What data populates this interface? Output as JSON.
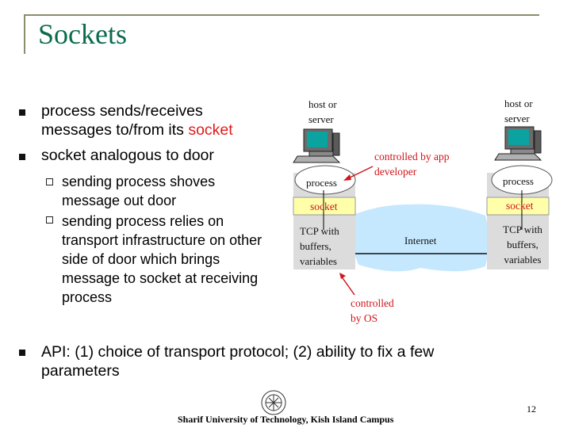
{
  "slide": {
    "title": "Sockets",
    "bullets": {
      "b1_pre": "process sends/receives messages to/from its ",
      "b1_red": "socket",
      "b2": "socket analogous to door",
      "sub1": "sending process shoves message out door",
      "sub2": "sending process relies on transport infrastructure on other side of door which brings message to socket at receiving process",
      "b3": "API: (1) choice of transport protocol; (2) ability to fix a few parameters"
    },
    "diagram": {
      "left_host_label": "host or server",
      "right_host_label": "host or server",
      "left_process": "process",
      "right_process": "process",
      "left_socket": "socket",
      "right_socket": "socket",
      "left_tcp": "TCP with buffers, variables",
      "right_tcp": "TCP with buffers, variables",
      "internet": "Internet",
      "controlled_by_app": "controlled by app developer",
      "controlled_by_os": "controlled by OS"
    },
    "footer": {
      "university": "Sharif University of Technology, Kish Island Campus",
      "page_number": "12"
    },
    "colors": {
      "title": "#0b6b4d",
      "accent_red": "#e01c1c",
      "cloud": "#c5e8ff",
      "box_yellow": "#ffffaa"
    }
  }
}
